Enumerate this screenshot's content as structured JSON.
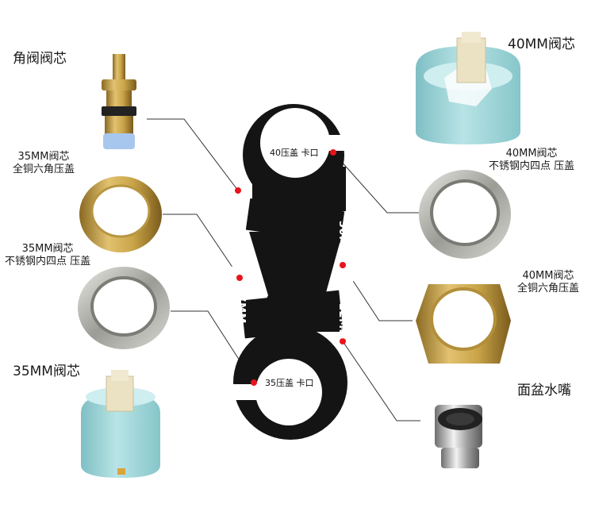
{
  "parts_left": [
    {
      "label": "角阀阀芯"
    },
    {
      "label_lines": [
        "35MM阀芯",
        "全铜六角压盖"
      ]
    },
    {
      "label_lines": [
        "35MM阀芯",
        "不锈钢内四点 压盖"
      ]
    },
    {
      "label": "35MM阀芯"
    }
  ],
  "parts_right": [
    {
      "label": "40MM阀芯"
    },
    {
      "label_lines": [
        "40MM阀芯",
        "不锈钢内四点 压盖"
      ]
    },
    {
      "label_lines": [
        "40MM阀芯",
        "全铜六角压盖"
      ]
    },
    {
      "label": "面盆水嘴"
    }
  ],
  "wrench": {
    "top_slot_label": "40压盖 卡口",
    "bottom_slot_label": "35压盖 卡口",
    "dimensions": {
      "left_upper": "14MM",
      "left_lower": "27MM",
      "right_upper": "30MM",
      "right_lower": "22MM"
    }
  },
  "colors": {
    "wrench": "#141414",
    "marker": "#e8141c",
    "brass": "#c9a449",
    "steel": "#a8a8a2",
    "cartridge_blue": "#9fd5d8",
    "cartridge_stem": "#e9e0c3",
    "leader_line": "#333333"
  }
}
